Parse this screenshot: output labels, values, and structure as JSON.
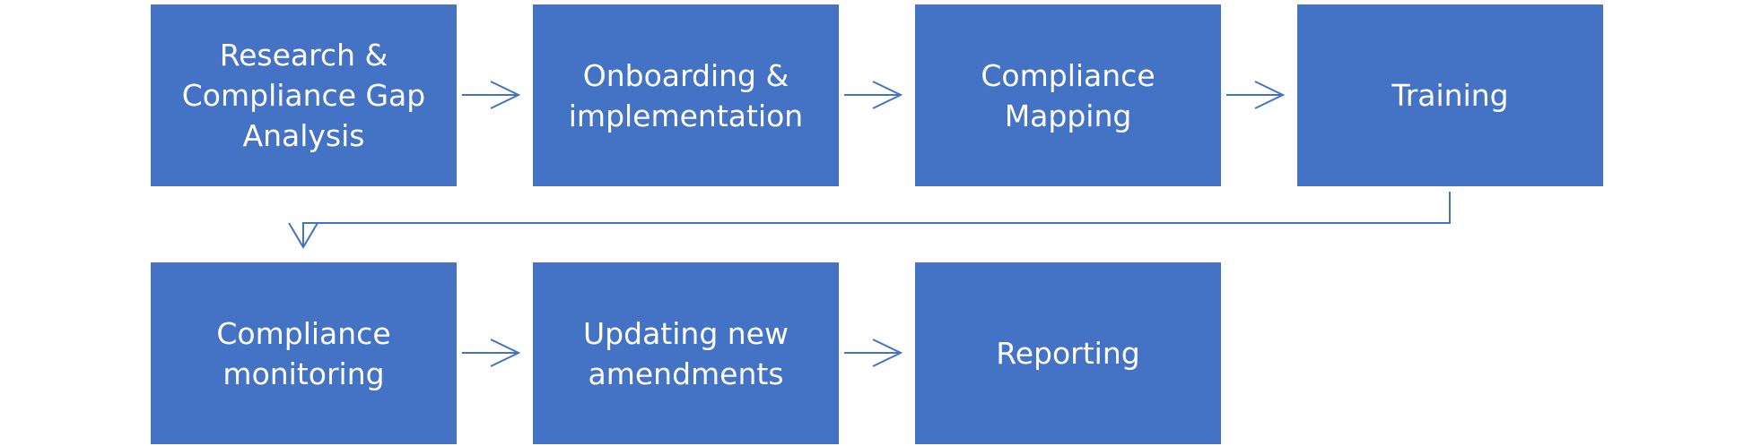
{
  "diagram": {
    "steps": [
      {
        "label": "Research &\nCompliance Gap\nAnalysis"
      },
      {
        "label": "Onboarding &\nimplementation"
      },
      {
        "label": "Compliance\nMapping"
      },
      {
        "label": "Training"
      },
      {
        "label": "Compliance\nmonitoring"
      },
      {
        "label": "Updating new\namendments"
      },
      {
        "label": "Reporting"
      }
    ],
    "colors": {
      "box_fill": "#4472C4",
      "box_text": "#FFFFFF",
      "connector": "#4472C4",
      "background": "#FFFFFF"
    }
  }
}
